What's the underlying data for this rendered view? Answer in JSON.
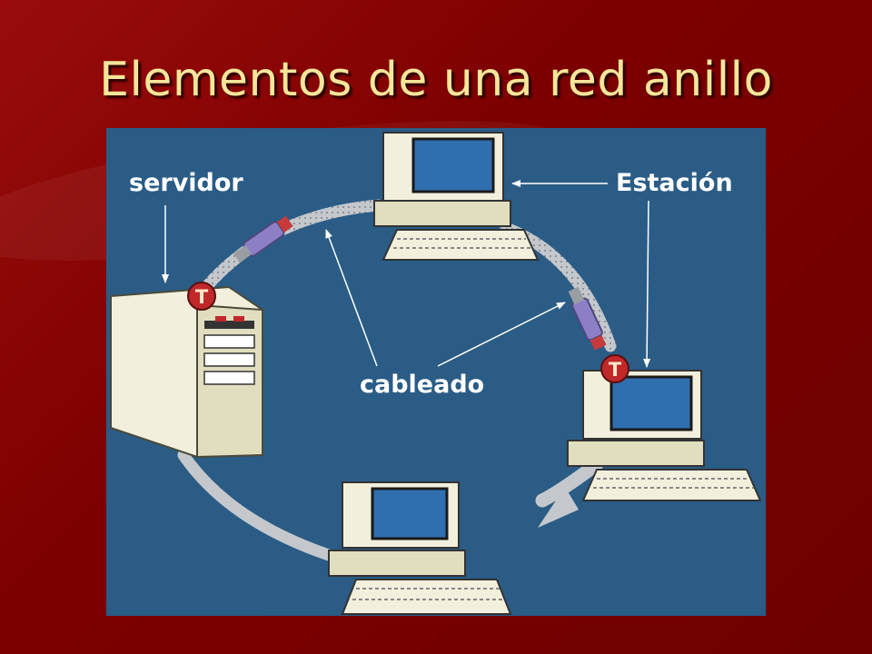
{
  "slide": {
    "title": "Elementos de una red anillo"
  },
  "diagram": {
    "labels": {
      "server": "servidor",
      "station": "Estación",
      "cabling": "cableado"
    },
    "terminator_symbol": "T",
    "colors": {
      "background": "#2a5c86",
      "slide_bg": "#7d0000",
      "title": "#f5e69a",
      "cable": "#c4c8cc",
      "connector": "#8d7fc6",
      "terminator": "#c0282a",
      "device_beige": "#f2f0dc",
      "screen": "#2f6fb0"
    }
  }
}
